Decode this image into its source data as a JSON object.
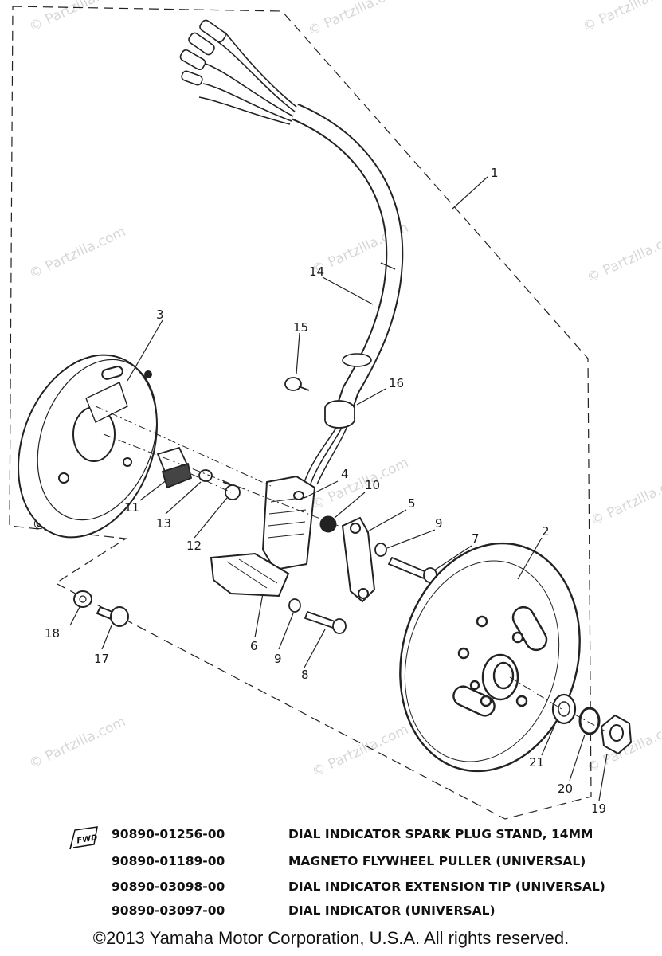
{
  "callouts": {
    "c1": "1",
    "c2": "2",
    "c3": "3",
    "c4": "4",
    "c5": "5",
    "c6": "6",
    "c7": "7",
    "c8": "8",
    "c9a": "9",
    "c9b": "9",
    "c10": "10",
    "c11": "11",
    "c12": "12",
    "c13": "13",
    "c14": "14",
    "c15": "15",
    "c16": "16",
    "c17": "17",
    "c18": "18",
    "c19": "19",
    "c20": "20",
    "c21": "21"
  },
  "watermark": {
    "text": "© Partzilla.com"
  },
  "fwd_icon": {
    "label": "FWD",
    "icon": "fwd-flag-icon"
  },
  "tools": [
    {
      "number": "90890-01256-00",
      "description": "DIAL INDICATOR SPARK PLUG STAND, 14MM"
    },
    {
      "number": "90890-01189-00",
      "description": "MAGNETO FLYWHEEL PULLER (UNIVERSAL)"
    },
    {
      "number": "90890-03098-00",
      "description": "DIAL INDICATOR EXTENSION TIP (UNIVERSAL)"
    },
    {
      "number": "90890-03097-00",
      "description": "DIAL INDICATOR (UNIVERSAL)"
    }
  ],
  "copyright": "©2013 Yamaha Motor Corporation, U.S.A. All rights reserved."
}
